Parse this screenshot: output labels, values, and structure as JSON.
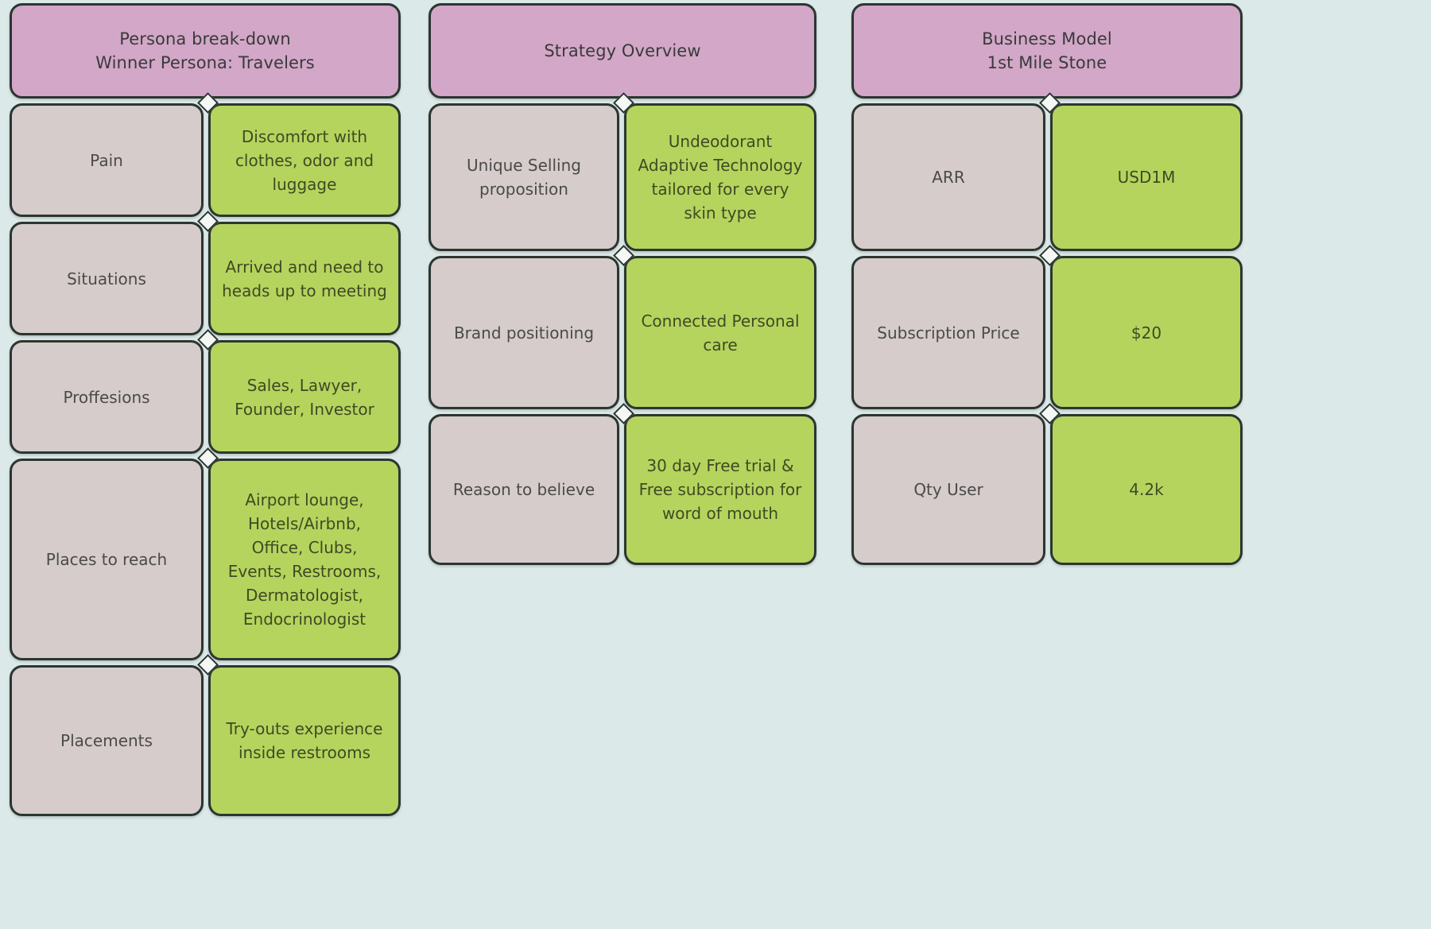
{
  "board": {
    "background_color": "#dce9e9",
    "header_color": "#d2a7c8",
    "label_color": "#d6cccb",
    "value_color": "#b5d45e",
    "outline_color": "#2b3630"
  },
  "columns": [
    {
      "id": "persona-breakdown",
      "header_line_1": "Persona break-down",
      "header_line_2": "Winner Persona: Travelers",
      "rows": [
        {
          "label": "Pain",
          "value": "Discomfort with clothes, odor and luggage"
        },
        {
          "label": "Situations",
          "value": "Arrived and need to heads up to meeting"
        },
        {
          "label": "Proffesions",
          "value": "Sales, Lawyer, Founder, Investor"
        },
        {
          "label": "Places to reach",
          "value": "Airport lounge, Hotels/Airbnb, Office, Clubs, Events, Restrooms, Dermatologist, Endocrinologist"
        },
        {
          "label": "Placements",
          "value": "Try-outs experience inside restrooms"
        }
      ]
    },
    {
      "id": "strategy-overview",
      "header_line_1": "Strategy Overview",
      "header_line_2": "",
      "rows": [
        {
          "label": "Unique Selling proposition",
          "value": "Undeodorant Adaptive Technology tailored for every skin type"
        },
        {
          "label": "Brand positioning",
          "value": "Connected Personal care"
        },
        {
          "label": "Reason to believe",
          "value": "30 day Free trial & Free subscription for word of mouth"
        }
      ]
    },
    {
      "id": "business-model",
      "header_line_1": "Business Model",
      "header_line_2": "1st Mile Stone",
      "rows": [
        {
          "label": "ARR",
          "value": "USD1M"
        },
        {
          "label": "Subscription Price",
          "value": "$20"
        },
        {
          "label": "Qty User",
          "value": "4.2k"
        }
      ]
    }
  ]
}
